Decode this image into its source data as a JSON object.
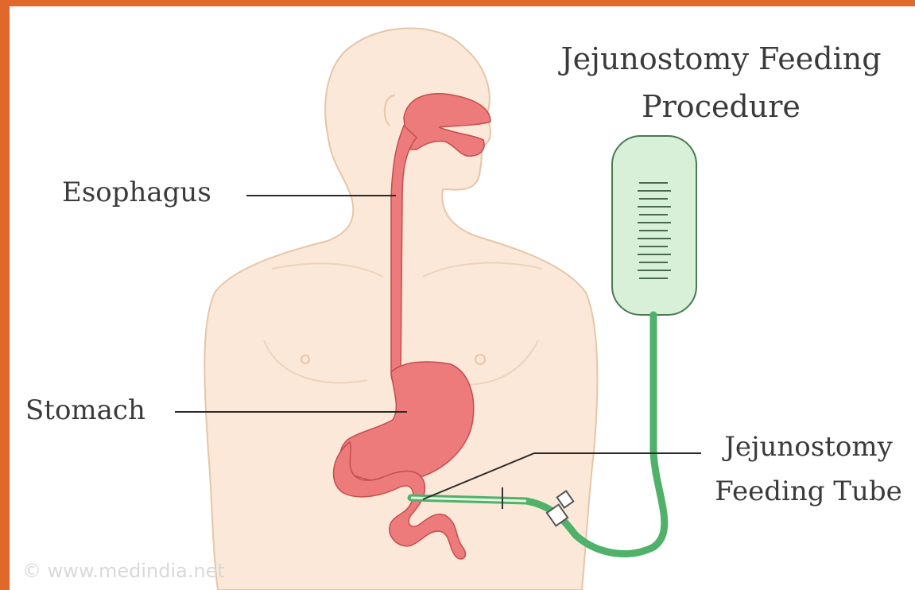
{
  "title": {
    "line1": "Jejunostomy Feeding",
    "line2": "Procedure"
  },
  "labels": {
    "esophagus": "Esophagus",
    "stomach": "Stomach",
    "tube_line1": "Jejunostomy",
    "tube_line2": "Feeding Tube"
  },
  "watermark": "www.medindia.net",
  "colors": {
    "frame": "#e2672a",
    "skin": "#fbe8d8",
    "skin_outline": "#e6c6a8",
    "organ": "#ee7b7b",
    "organ_outline": "#c24e4e",
    "bag": "#d8efd8",
    "tube": "#4fb16a",
    "text": "#3a3a3a"
  }
}
